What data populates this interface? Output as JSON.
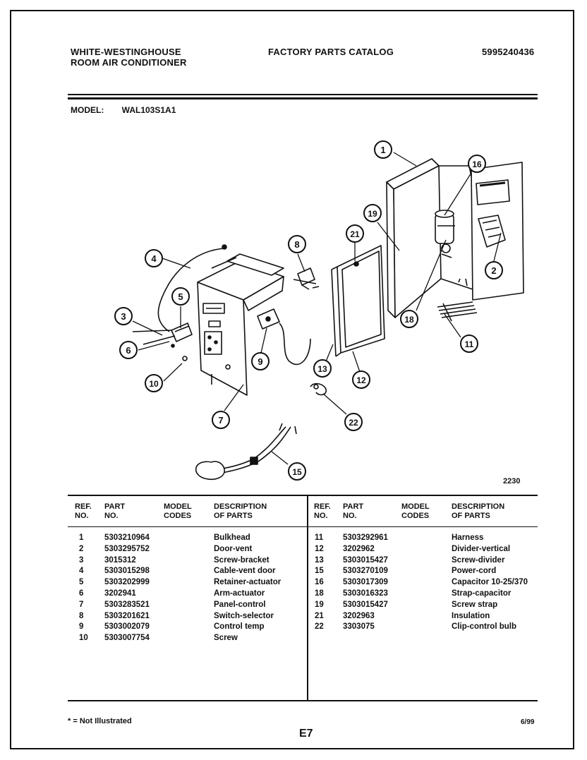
{
  "header": {
    "brand_line1": "WHITE-WESTINGHOUSE",
    "brand_line2": "ROOM AIR CONDITIONER",
    "catalog_title": "FACTORY PARTS CATALOG",
    "catalog_number": "5995240436"
  },
  "model": {
    "label": "MODEL:",
    "value": "WAL103S1A1"
  },
  "diagram": {
    "code": "2230",
    "callouts": [
      "1",
      "2",
      "3",
      "4",
      "5",
      "6",
      "7",
      "8",
      "9",
      "10",
      "11",
      "12",
      "13",
      "15",
      "16",
      "18",
      "19",
      "21",
      "22"
    ]
  },
  "table": {
    "headers": {
      "ref": "REF.\nNO.",
      "part": "PART\nNO.",
      "codes": "MODEL\nCODES",
      "desc": "DESCRIPTION\nOF PARTS"
    },
    "left_rows": [
      {
        "ref": "1",
        "part": "5303210964",
        "code": "",
        "desc": "Bulkhead"
      },
      {
        "ref": "2",
        "part": "5303295752",
        "code": "",
        "desc": "Door-vent"
      },
      {
        "ref": "3",
        "part": "3015312",
        "code": "",
        "desc": "Screw-bracket"
      },
      {
        "ref": "4",
        "part": "5303015298",
        "code": "",
        "desc": "Cable-vent door"
      },
      {
        "ref": "5",
        "part": "5303202999",
        "code": "",
        "desc": "Retainer-actuator"
      },
      {
        "ref": "6",
        "part": "3202941",
        "code": "",
        "desc": "Arm-actuator"
      },
      {
        "ref": "7",
        "part": "5303283521",
        "code": "",
        "desc": "Panel-control"
      },
      {
        "ref": "8",
        "part": "5303201621",
        "code": "",
        "desc": "Switch-selector"
      },
      {
        "ref": "9",
        "part": "5303002079",
        "code": "",
        "desc": "Control temp"
      },
      {
        "ref": "10",
        "part": "5303007754",
        "code": "",
        "desc": "Screw"
      }
    ],
    "right_rows": [
      {
        "ref": "11",
        "part": "5303292961",
        "code": "",
        "desc": "Harness"
      },
      {
        "ref": "12",
        "part": "3202962",
        "code": "",
        "desc": "Divider-vertical"
      },
      {
        "ref": "13",
        "part": "5303015427",
        "code": "",
        "desc": "Screw-divider"
      },
      {
        "ref": "15",
        "part": "5303270109",
        "code": "",
        "desc": "Power-cord"
      },
      {
        "ref": "16",
        "part": "5303017309",
        "code": "",
        "desc": "Capacitor 10-25/370"
      },
      {
        "ref": "18",
        "part": "5303016323",
        "code": "",
        "desc": "Strap-capacitor"
      },
      {
        "ref": "19",
        "part": "5303015427",
        "code": "",
        "desc": "Screw strap"
      },
      {
        "ref": "21",
        "part": "3202963",
        "code": "",
        "desc": "Insulation"
      },
      {
        "ref": "22",
        "part": "3303075",
        "code": "",
        "desc": "Clip-control bulb"
      }
    ]
  },
  "footer": {
    "note": "* = Not Illustrated",
    "page": "E7",
    "date": "6/99"
  }
}
